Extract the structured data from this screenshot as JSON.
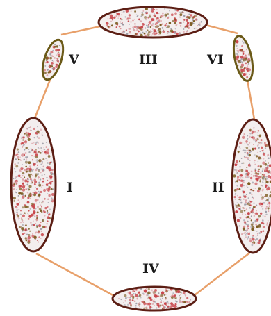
{
  "clusters": [
    {
      "id": "I",
      "label": "I"
    },
    {
      "id": "II",
      "label": "II"
    },
    {
      "id": "III",
      "label": "III"
    },
    {
      "id": "IV",
      "label": "IV"
    },
    {
      "id": "V",
      "label": "V"
    },
    {
      "id": "VI",
      "label": "VI"
    }
  ],
  "colors": {
    "connector": "#e8a06a",
    "ellipse_border": "#5c1e14",
    "ellipse_border_small": "#6b5a18",
    "dot_red": "#c8454a",
    "dot_brown": "#7a5a1e",
    "dot_pink": "#dba2a6",
    "dot_gray": "#9a9aa4"
  }
}
